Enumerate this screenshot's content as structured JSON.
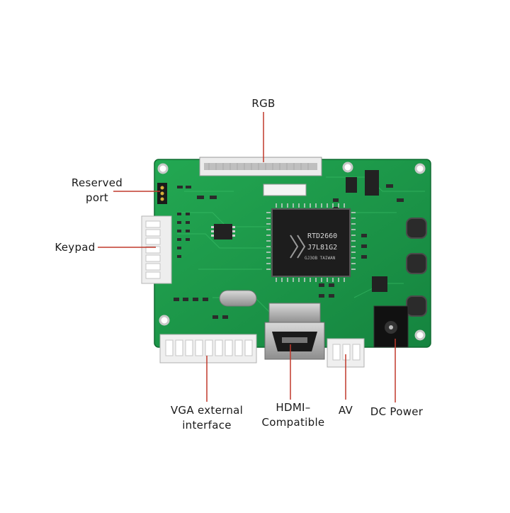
{
  "labels": {
    "rgb": "RGB",
    "reserved_port": "Reserved\nport",
    "keypad": "Keypad",
    "vga": "VGA external\ninterface",
    "hdmi": "HDMI–\nCompatible",
    "av": "AV",
    "dc_power": "DC Power"
  },
  "chip": {
    "model": "RTD2660",
    "code": "J7L81G2",
    "origin": "GJ3OB TAIWAN"
  },
  "colors": {
    "pcb": "#1f9a4a",
    "pcb_dark": "#137a37",
    "leader_line": "#c0392b",
    "connector": "#eeeeee",
    "chip": "#2a2a2a"
  }
}
